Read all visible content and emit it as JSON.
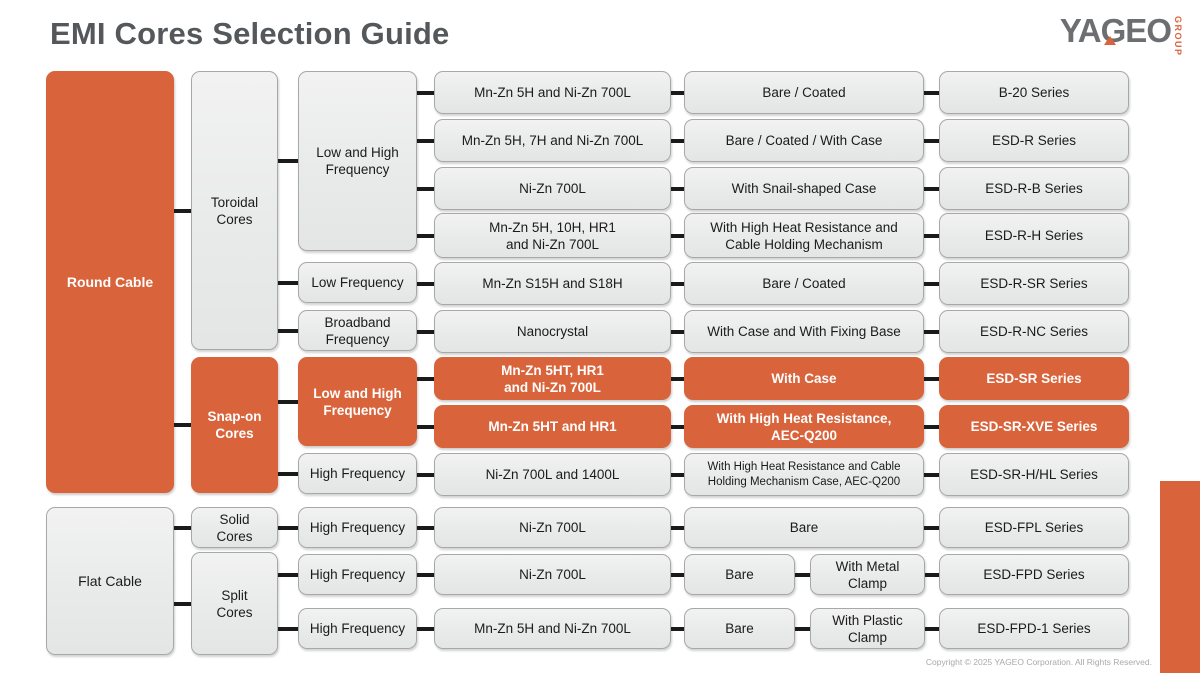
{
  "header": {
    "title": "EMI Cores Selection Guide",
    "logo_word": "YAGEO",
    "logo_sub": "GROUP"
  },
  "footer": {
    "copyright": "Copyright © 2025 YAGEO Corporation. All Rights Reserved."
  },
  "colors": {
    "accent_orange": "#d9633b",
    "box_grey": "#e9eaea",
    "box_border": "#a6a8aa",
    "title_grey": "#54585a",
    "text_dark": "#1b1b1b",
    "text_white": "#ffffff"
  },
  "diagram": {
    "cable_types": [
      {
        "label": "Round Cable",
        "highlight": true
      },
      {
        "label": "Flat Cable",
        "highlight": false
      }
    ],
    "core_types": [
      {
        "label": "Toroidal\nCores",
        "highlight": false
      },
      {
        "label": "Snap-on\nCores",
        "highlight": true
      },
      {
        "label": "Solid\nCores",
        "highlight": false
      },
      {
        "label": "Split\nCores",
        "highlight": false
      }
    ],
    "frequencies": [
      {
        "label": "Low and High\nFrequency",
        "highlight": false
      },
      {
        "label": "Low Frequency",
        "highlight": false
      },
      {
        "label": "Broadband\nFrequency",
        "highlight": false
      },
      {
        "label": "Low and High\nFrequency",
        "highlight": true
      },
      {
        "label": "High Frequency",
        "highlight": false
      },
      {
        "label": "High Frequency",
        "highlight": false
      },
      {
        "label": "High Frequency",
        "highlight": false
      },
      {
        "label": "High Frequency",
        "highlight": false
      }
    ],
    "rows": [
      {
        "material": "Mn-Zn 5H and Ni-Zn 700L",
        "construction": "Bare / Coated",
        "construction2": null,
        "series": "B-20 Series",
        "highlight": false
      },
      {
        "material": "Mn-Zn 5H, 7H and Ni-Zn 700L",
        "construction": "Bare / Coated / With Case",
        "construction2": null,
        "series": "ESD-R Series",
        "highlight": false
      },
      {
        "material": "Ni-Zn 700L",
        "construction": "With Snail-shaped Case",
        "construction2": null,
        "series": "ESD-R-B Series",
        "highlight": false
      },
      {
        "material": "Mn-Zn 5H, 10H, HR1\nand Ni-Zn 700L",
        "construction": "With High Heat Resistance and\nCable Holding Mechanism",
        "construction2": null,
        "series": "ESD-R-H Series",
        "highlight": false
      },
      {
        "material": "Mn-Zn S15H and S18H",
        "construction": "Bare / Coated",
        "construction2": null,
        "series": "ESD-R-SR Series",
        "highlight": false
      },
      {
        "material": "Nanocrystal",
        "construction": "With Case and With Fixing Base",
        "construction2": null,
        "series": "ESD-R-NC Series",
        "highlight": false
      },
      {
        "material": "Mn-Zn 5HT, HR1\nand Ni-Zn 700L",
        "construction": "With Case",
        "construction2": null,
        "series": "ESD-SR Series",
        "highlight": true
      },
      {
        "material": "Mn-Zn 5HT and HR1",
        "construction": "With High Heat Resistance,\nAEC-Q200",
        "construction2": null,
        "series": "ESD-SR-XVE Series",
        "highlight": true
      },
      {
        "material": "Ni-Zn 700L and 1400L",
        "construction": "With High Heat Resistance and Cable\nHolding Mechanism Case, AEC-Q200",
        "construction2": null,
        "series": "ESD-SR-H/HL Series",
        "highlight": false
      },
      {
        "material": "Ni-Zn 700L",
        "construction": "Bare",
        "construction2": null,
        "series": "ESD-FPL Series",
        "highlight": false
      },
      {
        "material": "Ni-Zn 700L",
        "construction": "Bare",
        "construction2": "With Metal\nClamp",
        "series": "ESD-FPD Series",
        "highlight": false
      },
      {
        "material": "Mn-Zn 5H and Ni-Zn 700L",
        "construction": "Bare",
        "construction2": "With Plastic\nClamp",
        "series": "ESD-FPD-1 Series",
        "highlight": false
      }
    ]
  }
}
